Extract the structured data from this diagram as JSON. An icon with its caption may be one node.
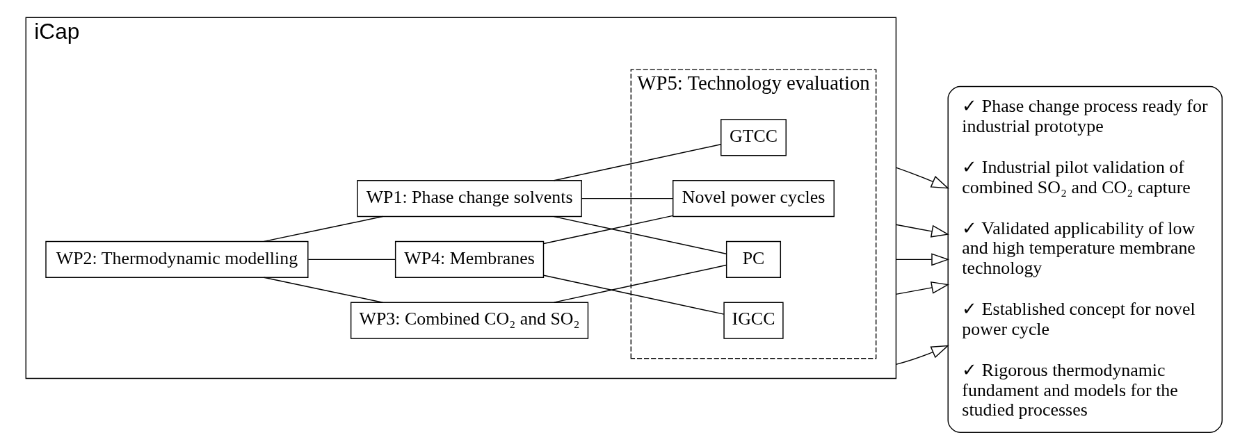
{
  "diagram": {
    "nodes": [
      {
        "text": [
          "iCap"
        ]
      },
      {
        "text": [
          "WP2: Thermodynamic modelling"
        ],
        "in": 0
      },
      {
        "text": [
          "WP4: Membranes"
        ],
        "in": 0
      },
      {
        "text": [
          "WP1: Phase change solvents"
        ],
        "in": 0
      },
      {
        "text": [
          "WP3: Combined CO₂ and SO₂"
        ],
        "in": 0
      },
      {
        "text": [
          "WP5: Technology evaluation"
        ],
        "in": 0
      },
      {
        "text": [
          "Novel power cycles"
        ],
        "in": 5
      },
      {
        "text": [
          "IGCC"
        ],
        "in": 5
      },
      {
        "text": [
          "GTCC"
        ],
        "in": 5
      },
      {
        "text": [
          "PC"
        ],
        "in": 5
      },
      {
        "text": [
          "✓ Phase change process ready for industrial prototype",
          "✓ Industrial pilot validation of combined SO₂ and CO₂ capture",
          "✓ Validated applicability of low and high temperature membrane technology",
          "✓ Established concept for novel power cycle",
          "✓ Rigorous thermodynamic fundament and models for the studied processes"
        ]
      }
    ],
    "edges": [
      {
        "from": 1,
        "to": 2,
        "arrow": "none"
      },
      {
        "from": 1,
        "to": 3,
        "arrow": "none"
      },
      {
        "from": 1,
        "to": 4,
        "arrow": "none"
      },
      {
        "from": 2,
        "to": 6,
        "arrow": "none"
      },
      {
        "from": 2,
        "to": 7,
        "arrow": "none"
      },
      {
        "from": 3,
        "to": 6,
        "arrow": "none"
      },
      {
        "from": 3,
        "to": 8,
        "arrow": "none"
      },
      {
        "from": 3,
        "to": 9,
        "arrow": "none"
      },
      {
        "from": 4,
        "to": 9,
        "arrow": "none"
      },
      {
        "from": 0,
        "to": 10,
        "arrow": "to"
      },
      {
        "from": 0,
        "to": 10,
        "arrow": "to"
      },
      {
        "from": 0,
        "to": 10,
        "arrow": "to"
      },
      {
        "from": 0,
        "to": 10,
        "arrow": "to"
      },
      {
        "from": 0,
        "to": 10,
        "arrow": "to"
      }
    ]
  }
}
